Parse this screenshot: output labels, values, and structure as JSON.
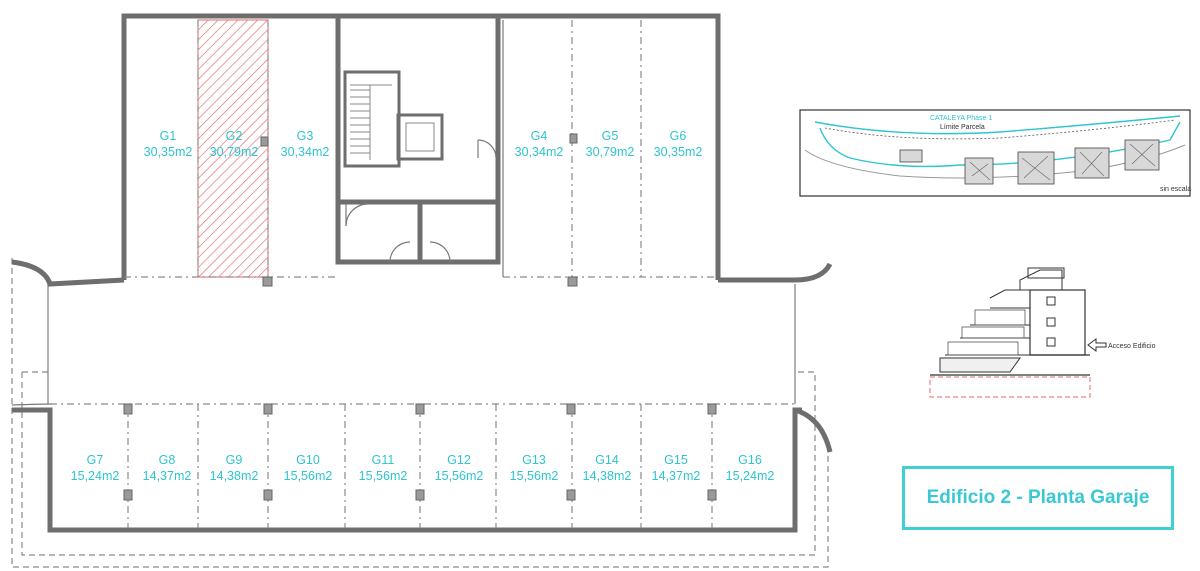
{
  "spaces_top": [
    {
      "id": "G1",
      "area": "30,35m2"
    },
    {
      "id": "G2",
      "area": "30,79m2"
    },
    {
      "id": "G3",
      "area": "30,34m2"
    },
    {
      "id": "G4",
      "area": "30,34m2"
    },
    {
      "id": "G5",
      "area": "30,79m2"
    },
    {
      "id": "G6",
      "area": "30,35m2"
    }
  ],
  "spaces_bottom": [
    {
      "id": "G7",
      "area": "15,24m2"
    },
    {
      "id": "G8",
      "area": "14,37m2"
    },
    {
      "id": "G9",
      "area": "14,38m2"
    },
    {
      "id": "G10",
      "area": "15,56m2"
    },
    {
      "id": "G11",
      "area": "15,56m2"
    },
    {
      "id": "G12",
      "area": "15,56m2"
    },
    {
      "id": "G13",
      "area": "15,56m2"
    },
    {
      "id": "G14",
      "area": "14,38m2"
    },
    {
      "id": "G15",
      "area": "14,37m2"
    },
    {
      "id": "G16",
      "area": "15,24m2"
    }
  ],
  "highlighted_space": "G2",
  "site_plan": {
    "project_label": "CATALEYA Phase 1",
    "boundary_label": "Límite Parcela",
    "scale_note": "sin escala"
  },
  "elevation": {
    "access_label": "Acceso Edificio"
  },
  "title": "Edificio 2 - Planta Garaje",
  "colors": {
    "label": "#2ec4d0",
    "title_border": "#3fd0d6",
    "highlight": "#e06b6b",
    "wall": "#6e6e6e"
  }
}
